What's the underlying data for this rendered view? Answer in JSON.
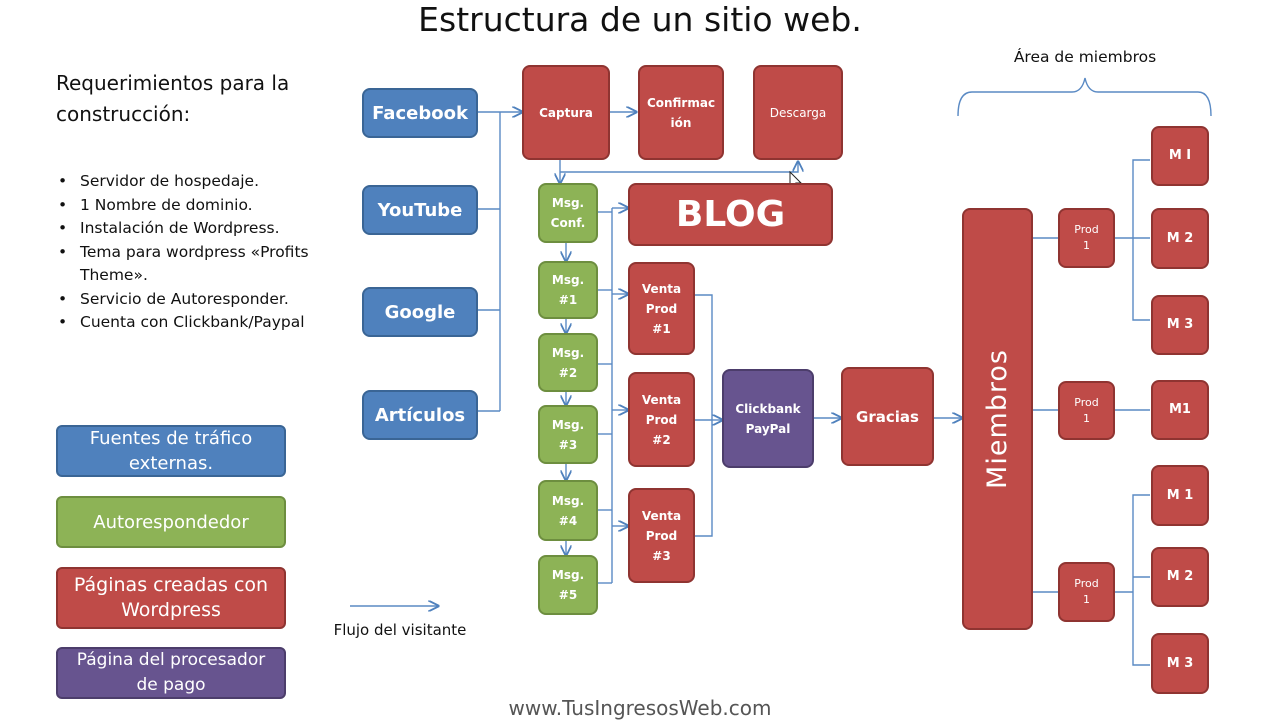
{
  "title": "Estructura de un sitio web.",
  "requirements": {
    "title": "Requerimientos para la construcción:",
    "items": [
      "Servidor de hospedaje.",
      "1 Nombre de dominio.",
      "Instalación de Wordpress.",
      "Tema para wordpress «Profits Theme».",
      "Servicio de Autoresponder.",
      "Cuenta con Clickbank/Paypal"
    ]
  },
  "legend": {
    "traffic": "Fuentes de tráfico externas.",
    "autoresponder": "Autorespondedor",
    "wordpress": "Páginas creadas con Wordpress",
    "payment": "Página del procesador de pago"
  },
  "sources": [
    "Facebook",
    "YouTube",
    "Google",
    "Artículos"
  ],
  "top_pages": {
    "captura": "Captura",
    "confirmacion": "Confirmac ión",
    "descarga": "Descarga"
  },
  "blog": "BLOG",
  "messages": [
    "Msg. Conf.",
    "Msg. #1",
    "Msg. #2",
    "Msg. #3",
    "Msg. #4",
    "Msg. #5"
  ],
  "ventas": [
    "Venta Prod #1",
    "Venta Prod #2",
    "Venta Prod #3"
  ],
  "processor": "Clickbank PayPal",
  "gracias": "Gracias",
  "miembros": "Miembros",
  "members_area_label": "Área de miembros",
  "products": [
    "Prod 1",
    "Prod 1",
    "Prod 1"
  ],
  "member_pages": [
    "M I",
    "M 2",
    "M 3",
    "M1",
    "M 1",
    "M 2",
    "M 3"
  ],
  "flow_label": "Flujo del visitante",
  "footer": "www.TusIngresosWeb.com",
  "colors": {
    "blue": "#4f81bd",
    "green": "#8db356",
    "red": "#bf4b48",
    "purple": "#67548f",
    "line": "#4f81bd"
  }
}
